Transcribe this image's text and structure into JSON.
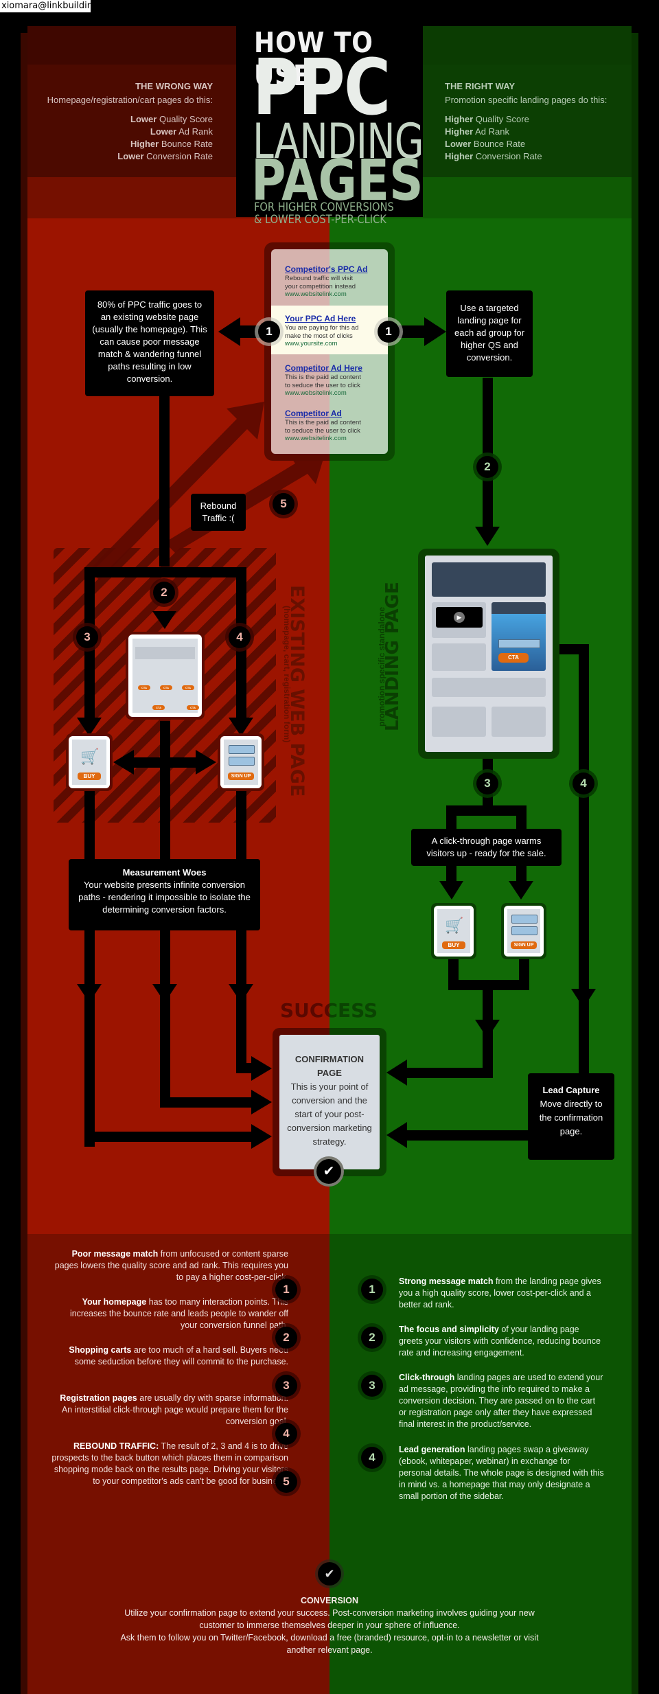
{
  "overlay_label": "xiomara@linkbuilding",
  "title": {
    "line1": "HOW TO USE",
    "line2": "PPC",
    "line3": "LANDING",
    "line4": "PAGES",
    "subtitle1": "FOR HIGHER CONVERSIONS",
    "subtitle2": "& LOWER COST-PER-CLICK"
  },
  "wrong_way": {
    "heading": "THE WRONG WAY",
    "subheading": "Homepage/registration/cart pages do this:",
    "effects": [
      {
        "qualifier": "Lower",
        "metric": "Quality Score"
      },
      {
        "qualifier": "Lower",
        "metric": "Ad Rank"
      },
      {
        "qualifier": "Higher",
        "metric": "Bounce Rate"
      },
      {
        "qualifier": "Lower",
        "metric": "Conversion Rate"
      }
    ]
  },
  "right_way": {
    "heading": "THE RIGHT WAY",
    "subheading": "Promotion specific landing pages do this:",
    "effects": [
      {
        "qualifier": "Higher",
        "metric": "Quality Score"
      },
      {
        "qualifier": "Higher",
        "metric": "Ad Rank"
      },
      {
        "qualifier": "Lower",
        "metric": "Bounce Rate"
      },
      {
        "qualifier": "Higher",
        "metric": "Conversion Rate"
      }
    ]
  },
  "ads": [
    {
      "title": "Competitor's PPC Ad",
      "line1": "Rebound traffic will visit",
      "line2": "your competition instead",
      "url": "www.websitelink.com"
    },
    {
      "title": "Your PPC Ad Here",
      "line1": "You are paying for this ad",
      "line2": "make the most of clicks",
      "url": "www.yoursite.com"
    },
    {
      "title": "Competitor Ad Here",
      "line1": "This is the paid ad content",
      "line2": "to seduce the user to click",
      "url": "www.websitelink.com"
    },
    {
      "title": "Competitor Ad",
      "line1": "This is the paid ad content",
      "line2": "to seduce the user to click",
      "url": "www.websitelink.com"
    }
  ],
  "flow": {
    "left_intro": "80% of PPC traffic goes to an existing website page (usually the homepage). This can cause poor message match & wandering funnel paths resulting in low conversion.",
    "right_intro": "Use a targeted landing page for each ad group for higher QS and conversion.",
    "rebound": "Rebound Traffic :(",
    "existing_title": "EXISTING WEB PAGE",
    "existing_sub": "(homepage, cart, registration form)",
    "landing_title": "LANDING PAGE",
    "landing_sub": "promotion specific standalone",
    "measurement_title": "Measurement Woes",
    "measurement_body": "Your website presents infinite conversion paths - rendering it impossible to isolate the determining conversion factors.",
    "clickthrough": "A click-through page warms visitors up - ready for the sale.",
    "success": "SUCCESS",
    "confirmation_title": "CONFIRMATION PAGE",
    "confirmation_body": "This is your point of conversion and the start of your post-conversion marketing strategy.",
    "lead_title": "Lead Capture",
    "lead_body": "Move directly to the confirmation page.",
    "buy_label": "BUY",
    "signup_label": "SIGN UP",
    "cta_label": "CTA",
    "cta_small": "CTA",
    "steps": {
      "one": "1",
      "two": "2",
      "three": "3",
      "four": "4",
      "five": "5"
    }
  },
  "wrong_points": [
    {
      "num": "1",
      "bold": "Poor message match",
      "text": " from unfocused or content sparse pages lowers the quality score and ad rank. This requires you to pay a higher cost-per-click."
    },
    {
      "num": "2",
      "bold": "Your homepage",
      "text": " has too many interaction points. This increases the bounce rate and leads people to wander off your conversion funnel path."
    },
    {
      "num": "3",
      "bold": "Shopping carts",
      "text": " are too much of a hard sell. Buyers need some seduction before they will commit to the purchase."
    },
    {
      "num": "4",
      "bold": "Registration pages",
      "text": " are usually dry with sparse information. An interstitial click-through page would prepare them for the conversion goal."
    },
    {
      "num": "5",
      "bold": "REBOUND TRAFFIC:",
      "text": " The result of 2, 3 and 4 is to drive prospects to the back button which places them in comparison shopping mode back on the results page. Driving your visitors to your competitor's ads can't be good for business."
    }
  ],
  "right_points": [
    {
      "num": "1",
      "bold": "Strong message match",
      "text": " from the landing page gives you a high quality score, lower cost-per-click and a better ad rank."
    },
    {
      "num": "2",
      "bold": "The focus and simplicity",
      "text": " of your landing page greets your visitors with confidence, reducing bounce rate and increasing engagement."
    },
    {
      "num": "3",
      "bold": "Click-through",
      "text": " landing pages are used to extend your ad message, providing the info required to make a conversion decision. They are passed on to the cart or registration page only after they have expressed final interest in the product/service."
    },
    {
      "num": "4",
      "bold": "Lead generation",
      "text": " landing pages swap a giveaway (ebook, whitepaper, webinar) in exchange for personal details. The whole page is designed with this in mind vs. a homepage that may only designate a small portion of the sidebar."
    }
  ],
  "conversion": {
    "title": "CONVERSION",
    "line1": "Utilize your confirmation page to extend your success. Post-conversion marketing involves guiding your new customer to immerse themselves deeper in your sphere of influence.",
    "line2": "Ask them to follow you on Twitter/Facebook, download a free (branded) resource, opt-in to a newsletter or visit another relevant page."
  },
  "colors": {
    "wrong_red": "#9c1400",
    "right_green": "#116a06",
    "cta_orange": "#e06a10",
    "ad_link_blue": "#1a2ca8"
  }
}
